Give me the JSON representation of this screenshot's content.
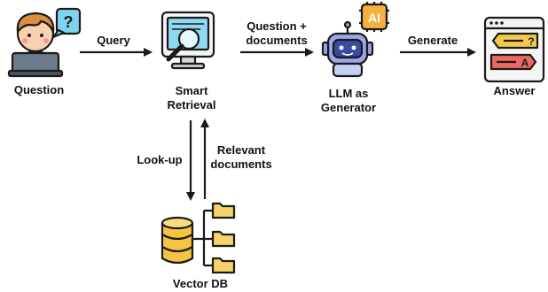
{
  "nodes": {
    "question": {
      "label": "Question",
      "icon": "person-with-laptop-and-question-bubble-icon"
    },
    "smart_retrieval": {
      "label_line1": "Smart",
      "label_line2": "Retrieval",
      "icon": "monitor-with-magnifier-icon"
    },
    "llm": {
      "label_line1": "LLM as",
      "label_line2": "Generator",
      "icon": "robot-with-ai-chip-icon",
      "badge": "AI"
    },
    "answer": {
      "label": "Answer",
      "icon": "browser-window-with-answer-cards-icon",
      "card_mark_q": "?",
      "card_mark_a": "A"
    },
    "vector_db": {
      "label": "Vector DB",
      "icon": "database-with-folders-icon"
    }
  },
  "edges": {
    "query": "Query",
    "question_docs_line1": "Question +",
    "question_docs_line2": "documents",
    "generate": "Generate",
    "lookup": "Look-up",
    "relevant_line1": "Relevant",
    "relevant_line2": "documents"
  },
  "colors": {
    "outline": "#1a1a1a",
    "skin": "#f8d2b0",
    "hair": "#d98f3c",
    "bubble": "#7fd3f0",
    "monitor_screen": "#8fd8f2",
    "robot_body": "#9aa7e8",
    "robot_face": "#3b4aa3",
    "ai_chip": "#f5b13d",
    "card_yellow": "#f4c94a",
    "card_red": "#e86a62",
    "db_yellow": "#f5c542",
    "folder_yellow": "#f7d26a"
  }
}
